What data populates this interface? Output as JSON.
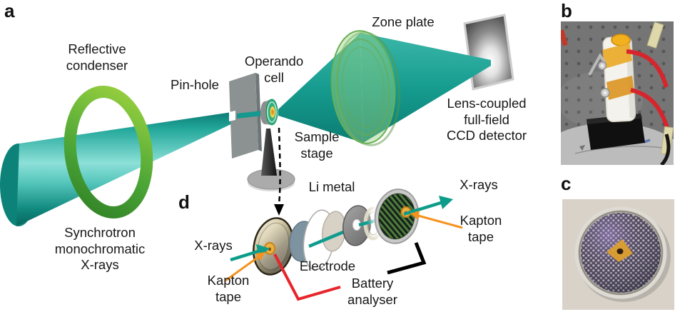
{
  "panel_a": {
    "label": "a",
    "reflective_condenser": "Reflective\ncondenser",
    "synchrotron": "Synchrotron\nmonochromatic\nX-rays",
    "pinhole": "Pin-hole",
    "operando_cell": "Operando\ncell",
    "sample_stage": "Sample\nstage",
    "zone_plate": "Zone plate",
    "ccd_detector": "Lens-coupled\nfull-field\nCCD detector"
  },
  "panel_b": {
    "label": "b"
  },
  "panel_c": {
    "label": "c"
  },
  "panel_d": {
    "label": "d",
    "xrays_left": "X-rays",
    "kapton_left": "Kapton\ntape",
    "electrode": "Electrode",
    "battery_analyser": "Battery\nanalyser",
    "li_metal": "Li metal",
    "xrays_right": "X-rays",
    "kapton_right": "Kapton\ntape"
  },
  "colors": {
    "beam_teal": "#18a295",
    "condenser_green": "#5cb844",
    "xray_arrow_green": "#0e9c8a",
    "kapton_arrow_orange": "#f6921e",
    "battery_wire_red": "#e8242b",
    "kapton_tape_orange": "#ecb13f"
  }
}
